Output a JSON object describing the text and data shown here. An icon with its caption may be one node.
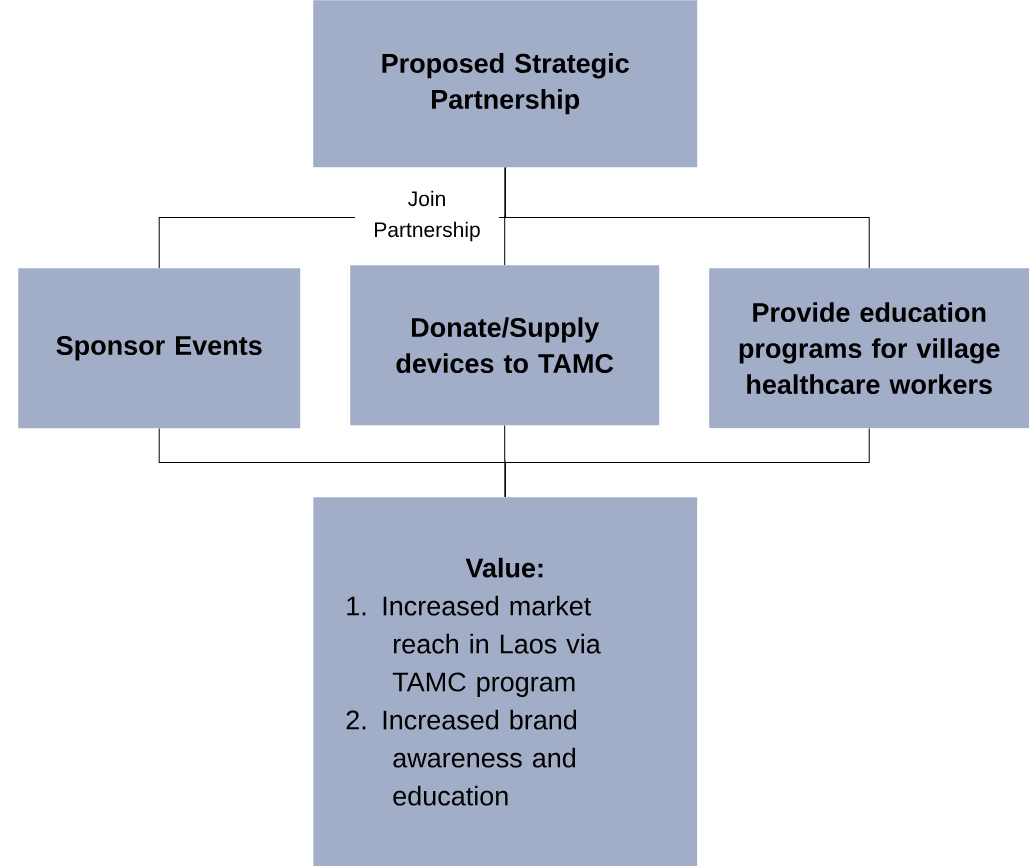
{
  "diagram": {
    "nodes": [
      {
        "text": [
          "Proposed Strategic Partnership"
        ]
      },
      {
        "text": [
          "Sponsor Events"
        ]
      },
      {
        "text": [
          "Donate/Supply devices to TAMC"
        ]
      },
      {
        "text": [
          "Provide education programs for village healthcare workers"
        ]
      },
      {
        "text": [
          "Value:",
          "1. Increased market reach in Laos via TAMC program",
          "2. Increased brand awareness and education"
        ]
      }
    ],
    "edges": [
      {
        "from": 0,
        "to": 1,
        "arrow": "none"
      },
      {
        "from": 0,
        "to": 2,
        "arrow": "none",
        "label": "Join Partnership"
      },
      {
        "from": 0,
        "to": 3,
        "arrow": "none"
      },
      {
        "from": 1,
        "to": 4,
        "arrow": "none"
      },
      {
        "from": 2,
        "to": 4,
        "arrow": "none"
      },
      {
        "from": 3,
        "to": 4,
        "arrow": "none"
      }
    ]
  }
}
